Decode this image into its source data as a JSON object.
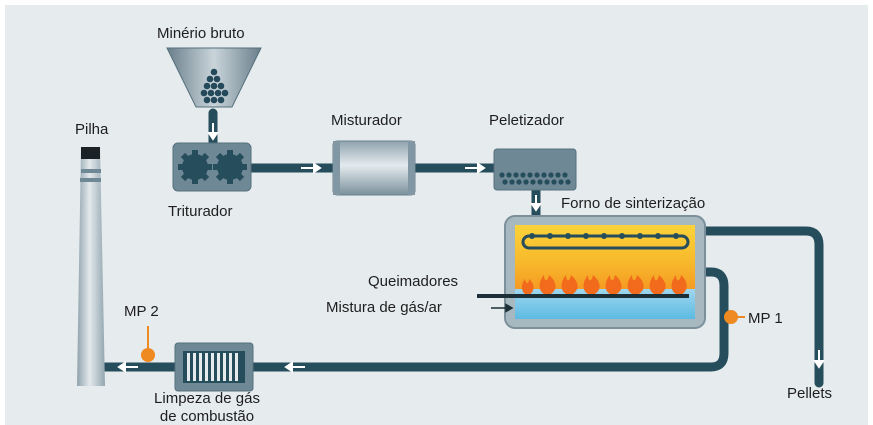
{
  "labels": {
    "raw_ore": "Minério bruto",
    "crusher": "Triturador",
    "mixer": "Misturador",
    "pelletizer": "Peletizador",
    "sinter_furnace": "Forno de sinterização",
    "burners": "Queimadores",
    "gas_air_mix": "Mistura de gás/ar",
    "stack": "Pilha",
    "mp1": "MP 1",
    "mp2": "MP 2",
    "flue_gas_cleaning_line1": "Limpeza de gás",
    "flue_gas_cleaning_line2": "de combustão",
    "pellets": "Pellets"
  },
  "colors": {
    "background": "#e6ebee",
    "pipe": "#254d5b",
    "equipment": "#6f8895",
    "measuring_point": "#ef8a22",
    "flame": "#f26b1d",
    "furnace_hot": "#f7b82b"
  }
}
